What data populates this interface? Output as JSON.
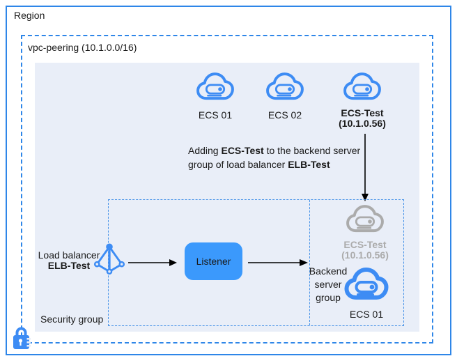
{
  "region": {
    "label": "Region"
  },
  "vpc": {
    "label": "vpc-peering (10.1.0.0/16)"
  },
  "security_group": {
    "label": "Security group"
  },
  "ecs_row": [
    {
      "label": "ECS 01"
    },
    {
      "label": "ECS 02"
    },
    {
      "label": "ECS-Test",
      "sub": "(10.1.0.56)"
    }
  ],
  "annotation": {
    "l1_a": "Adding ",
    "l1_b": "ECS-Test",
    "l1_c": " to the backend server",
    "l2_a": "group of load balancer ",
    "l2_b": "ELB-Test"
  },
  "load_balancer": {
    "line1": "Load balancer",
    "line2": "ELB-Test"
  },
  "listener": {
    "label": "Listener"
  },
  "backend_group": {
    "label": "Backend\nserver\ngroup",
    "ecs_test": {
      "label": "ECS-Test",
      "sub": "(10.1.0.56)"
    },
    "ecs01": {
      "label": "ECS 01"
    }
  },
  "colors": {
    "border_blue": "#2E86E8",
    "inner_border": "#4A94E8",
    "icon_blue": "#3D8CF4",
    "listener_blue": "#3B99FC",
    "gray_icon": "#ABABAB",
    "panel_bg": "#E9EEF8",
    "text": "#1A1A1A",
    "arrow": "#000000"
  }
}
